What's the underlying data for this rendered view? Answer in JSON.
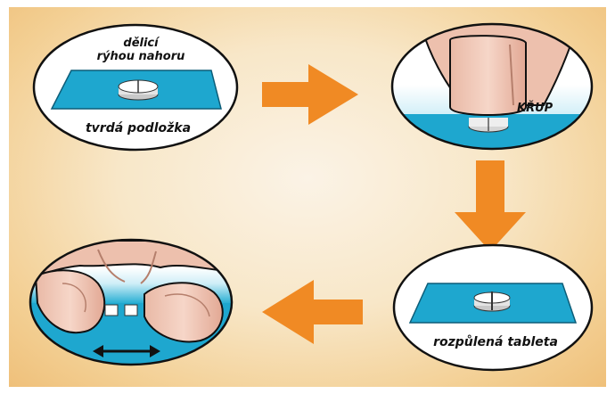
{
  "steps": {
    "step1": {
      "label_top_line1": "dělicí",
      "label_top_line2": "rýhou nahoru",
      "label_bottom": "tvrdá podložka"
    },
    "step2": {
      "sound": "KŘUP"
    },
    "step3": {
      "label_bottom": "rozpůlená tableta"
    }
  },
  "colors": {
    "arrow": "#f08a24",
    "surface": "#1ea7cf",
    "outline": "#111111",
    "background": "#f8e7c8"
  },
  "icons": [
    "arrow-right-icon",
    "arrow-down-icon",
    "arrow-left-icon",
    "double-arrow-icon"
  ]
}
